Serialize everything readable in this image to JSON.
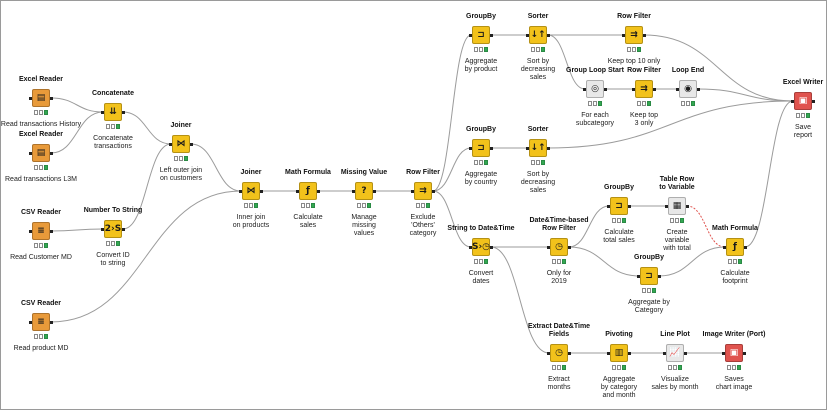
{
  "nodes": [
    {
      "id": "excel_reader_1",
      "title": [
        "Excel Reader"
      ],
      "label": [
        "Read transactions History"
      ],
      "icon": "excel-reader-icon",
      "glyph": "▤",
      "color": "orange"
    },
    {
      "id": "excel_reader_2",
      "title": [
        "Excel Reader"
      ],
      "label": [
        "Read transactions L3M"
      ],
      "icon": "excel-reader-icon",
      "glyph": "▤",
      "color": "orange"
    },
    {
      "id": "concatenate",
      "title": [
        "Concatenate"
      ],
      "label": [
        "Concatenate",
        "transactions"
      ],
      "icon": "concatenate-icon",
      "glyph": "⇊",
      "color": "yellow"
    },
    {
      "id": "joiner_1",
      "title": [
        "Joiner"
      ],
      "label": [
        "Left outer join",
        "on customers"
      ],
      "icon": "joiner-icon",
      "glyph": "⋈",
      "color": "yellow"
    },
    {
      "id": "csv_reader_1",
      "title": [
        "CSV Reader"
      ],
      "label": [
        "Read Customer MD"
      ],
      "icon": "csv-reader-icon",
      "glyph": "≡",
      "color": "orange"
    },
    {
      "id": "number_to_string",
      "title": [
        "Number To String"
      ],
      "label": [
        "Convert ID",
        "to string"
      ],
      "icon": "number-to-string-icon",
      "glyph": "2›S",
      "color": "yellow"
    },
    {
      "id": "csv_reader_2",
      "title": [
        "CSV Reader"
      ],
      "label": [
        "Read product MD"
      ],
      "icon": "csv-reader-icon",
      "glyph": "≡",
      "color": "orange"
    },
    {
      "id": "joiner_2",
      "title": [
        "Joiner"
      ],
      "label": [
        "Inner join",
        "on products"
      ],
      "icon": "joiner-icon",
      "glyph": "⋈",
      "color": "yellow"
    },
    {
      "id": "math_formula_1",
      "title": [
        "Math Formula"
      ],
      "label": [
        "Calculate",
        "sales"
      ],
      "icon": "math-formula-icon",
      "glyph": "ƒ",
      "color": "yellow"
    },
    {
      "id": "missing_value",
      "title": [
        "Missing Value"
      ],
      "label": [
        "Manage",
        "missing",
        "values"
      ],
      "icon": "missing-value-icon",
      "glyph": "?",
      "color": "yellow"
    },
    {
      "id": "row_filter_1",
      "title": [
        "Row Filter"
      ],
      "label": [
        "Exclude",
        "'Others'",
        "category"
      ],
      "icon": "row-filter-icon",
      "glyph": "⇉",
      "color": "yellow"
    },
    {
      "id": "groupby_1",
      "title": [
        "GroupBy"
      ],
      "label": [
        "Aggregate",
        "by product"
      ],
      "icon": "groupby-icon",
      "glyph": "⊐",
      "color": "yellow"
    },
    {
      "id": "sorter_1",
      "title": [
        "Sorter"
      ],
      "label": [
        "Sort by",
        "decreasing",
        "sales"
      ],
      "icon": "sorter-icon",
      "glyph": "↓↑",
      "color": "yellow"
    },
    {
      "id": "row_filter_2",
      "title": [
        "Row Filter"
      ],
      "label": [
        "Keep top 10 only"
      ],
      "icon": "row-filter-icon",
      "glyph": "⇉",
      "color": "yellow"
    },
    {
      "id": "group_loop_start",
      "title": [
        "Group Loop Start"
      ],
      "label": [
        "For each",
        "subcategory"
      ],
      "icon": "group-loop-start-icon",
      "glyph": "◎",
      "color": "gray"
    },
    {
      "id": "row_filter_3",
      "title": [
        "Row Filter"
      ],
      "label": [
        "Keep top",
        "3 only"
      ],
      "icon": "row-filter-icon",
      "glyph": "⇉",
      "color": "yellow"
    },
    {
      "id": "loop_end",
      "title": [
        "Loop End"
      ],
      "label": [],
      "icon": "loop-end-icon",
      "glyph": "◉",
      "color": "gray"
    },
    {
      "id": "excel_writer",
      "title": [
        "Excel Writer"
      ],
      "label": [
        "Save",
        "report"
      ],
      "icon": "excel-writer-icon",
      "glyph": "▣",
      "color": "red"
    },
    {
      "id": "groupby_2",
      "title": [
        "GroupBy"
      ],
      "label": [
        "Aggregate",
        "by country"
      ],
      "icon": "groupby-icon",
      "glyph": "⊐",
      "color": "yellow"
    },
    {
      "id": "sorter_2",
      "title": [
        "Sorter"
      ],
      "label": [
        "Sort by",
        "decreasing",
        "sales"
      ],
      "icon": "sorter-icon",
      "glyph": "↓↑",
      "color": "yellow"
    },
    {
      "id": "string_to_datetime",
      "title": [
        "String to Date&Time"
      ],
      "label": [
        "Convert",
        "dates"
      ],
      "icon": "string-to-datetime-icon",
      "glyph": "S›◷",
      "color": "yellow"
    },
    {
      "id": "datetime_row_filter",
      "title": [
        "Date&Time-based",
        "Row Filter"
      ],
      "label": [
        "Only for",
        "2019"
      ],
      "icon": "datetime-row-filter-icon",
      "glyph": "◷",
      "color": "yellow"
    },
    {
      "id": "groupby_3",
      "title": [
        "GroupBy"
      ],
      "label": [
        "Calculate",
        "total sales"
      ],
      "icon": "groupby-icon",
      "glyph": "⊐",
      "color": "yellow"
    },
    {
      "id": "table_row_to_variable",
      "title": [
        "Table Row",
        "to Variable"
      ],
      "label": [
        "Create",
        "variable",
        "with total"
      ],
      "icon": "table-row-to-variable-icon",
      "glyph": "▦",
      "color": "gray"
    },
    {
      "id": "groupby_4",
      "title": [
        "GroupBy"
      ],
      "label": [
        "Aggregate by",
        "Category"
      ],
      "icon": "groupby-icon",
      "glyph": "⊐",
      "color": "yellow"
    },
    {
      "id": "math_formula_2",
      "title": [
        "Math Formula"
      ],
      "label": [
        "Calculate",
        "footprint"
      ],
      "icon": "math-formula-icon",
      "glyph": "ƒ",
      "color": "yellow"
    },
    {
      "id": "extract_datetime",
      "title": [
        "Extract Date&Time",
        "Fields"
      ],
      "label": [
        "Extract",
        "months"
      ],
      "icon": "extract-datetime-icon",
      "glyph": "◷",
      "color": "yellow"
    },
    {
      "id": "pivoting",
      "title": [
        "Pivoting"
      ],
      "label": [
        "Aggregate",
        "by category",
        "and month"
      ],
      "icon": "pivoting-icon",
      "glyph": "▥",
      "color": "yellow"
    },
    {
      "id": "line_plot",
      "title": [
        "Line Plot"
      ],
      "label": [
        "Visualize",
        "sales by month"
      ],
      "icon": "line-plot-icon",
      "glyph": "📈",
      "color": "gray"
    },
    {
      "id": "image_writer",
      "title": [
        "Image Writer (Port)"
      ],
      "label": [
        "Saves",
        "chart image"
      ],
      "icon": "image-writer-icon",
      "glyph": "▣",
      "color": "red"
    }
  ],
  "connections": [
    {
      "from": "excel_reader_1",
      "to": "concatenate"
    },
    {
      "from": "excel_reader_2",
      "to": "concatenate"
    },
    {
      "from": "concatenate",
      "to": "joiner_1"
    },
    {
      "from": "number_to_string",
      "to": "joiner_1"
    },
    {
      "from": "csv_reader_1",
      "to": "number_to_string"
    },
    {
      "from": "joiner_1",
      "to": "joiner_2"
    },
    {
      "from": "csv_reader_2",
      "to": "joiner_2"
    },
    {
      "from": "joiner_2",
      "to": "math_formula_1"
    },
    {
      "from": "math_formula_1",
      "to": "missing_value"
    },
    {
      "from": "missing_value",
      "to": "row_filter_1"
    },
    {
      "from": "row_filter_1",
      "to": "groupby_1"
    },
    {
      "from": "row_filter_1",
      "to": "groupby_2"
    },
    {
      "from": "row_filter_1",
      "to": "string_to_datetime"
    },
    {
      "from": "groupby_1",
      "to": "sorter_1"
    },
    {
      "from": "sorter_1",
      "to": "row_filter_2"
    },
    {
      "from": "sorter_1",
      "to": "group_loop_start"
    },
    {
      "from": "group_loop_start",
      "to": "row_filter_3"
    },
    {
      "from": "row_filter_3",
      "to": "loop_end"
    },
    {
      "from": "row_filter_2",
      "to": "excel_writer"
    },
    {
      "from": "loop_end",
      "to": "excel_writer"
    },
    {
      "from": "groupby_2",
      "to": "sorter_2"
    },
    {
      "from": "sorter_2",
      "to": "excel_writer"
    },
    {
      "from": "string_to_datetime",
      "to": "datetime_row_filter"
    },
    {
      "from": "string_to_datetime",
      "to": "extract_datetime"
    },
    {
      "from": "datetime_row_filter",
      "to": "groupby_3"
    },
    {
      "from": "datetime_row_filter",
      "to": "groupby_4"
    },
    {
      "from": "groupby_3",
      "to": "table_row_to_variable"
    },
    {
      "from": "table_row_to_variable",
      "to": "math_formula_2",
      "style": "variable"
    },
    {
      "from": "groupby_4",
      "to": "math_formula_2"
    },
    {
      "from": "math_formula_2",
      "to": "excel_writer"
    },
    {
      "from": "extract_datetime",
      "to": "pivoting"
    },
    {
      "from": "pivoting",
      "to": "line_plot"
    },
    {
      "from": "line_plot",
      "to": "image_writer"
    }
  ],
  "colors": {
    "node_yellow": "#f2c21b",
    "node_orange": "#e89a3a",
    "node_red": "#e0534e",
    "node_gray": "#e8e8e8",
    "edge": "#9b9b9b",
    "variable_edge": "#e0534e",
    "status_green": "#34a853"
  }
}
